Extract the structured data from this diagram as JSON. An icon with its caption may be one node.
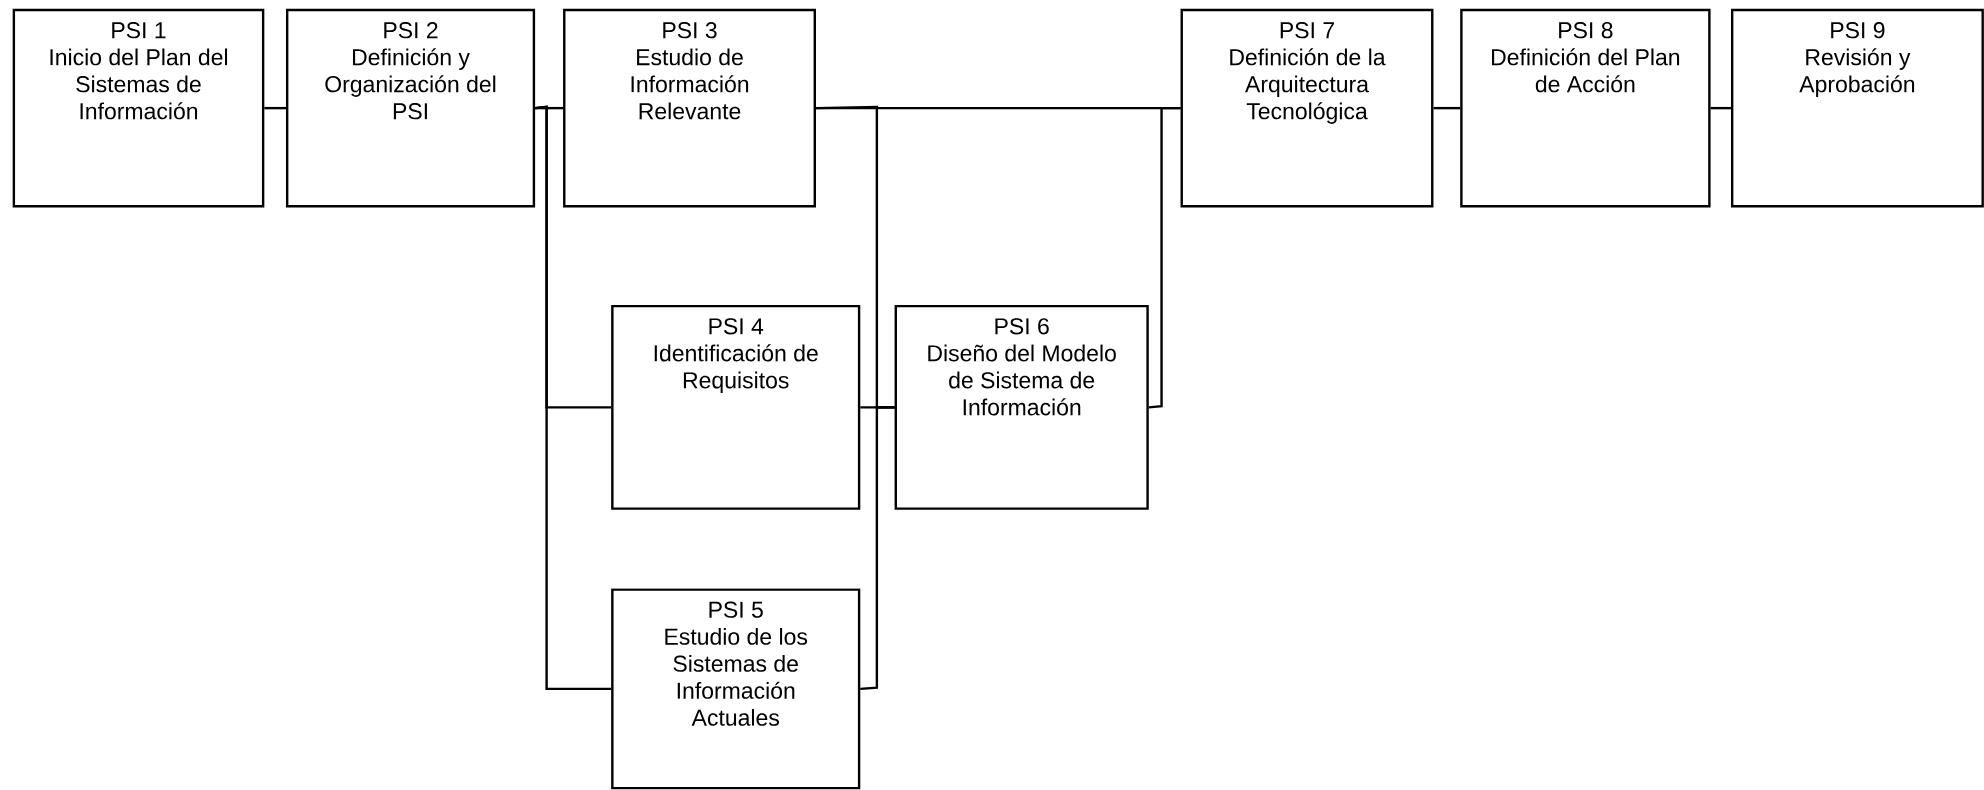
{
  "diagram": {
    "nodes": [
      {
        "text": [
          "PSI 1",
          "Inicio del Plan del Sistemas de Información"
        ]
      },
      {
        "text": [
          "PSI 2",
          "Definición y Organización del PSI"
        ]
      },
      {
        "text": [
          "PSI 3",
          "Estudio de Información Relevante"
        ]
      },
      {
        "text": [
          "PSI 4",
          "Identificación de Requisitos"
        ]
      },
      {
        "text": [
          "PSI 5",
          "Estudio de los Sistemas de Información Actuales"
        ]
      },
      {
        "text": [
          "PSI 6",
          "Diseño del Modelo de Sistema de Información"
        ]
      },
      {
        "text": [
          "PSI 7",
          "Definición de la Arquitectura Tecnológica"
        ]
      },
      {
        "text": [
          "PSI 8",
          "Definición del Plan de Acción"
        ]
      },
      {
        "text": [
          "PSI 9",
          "Revisión y Aprobación"
        ]
      }
    ],
    "edges": [
      {
        "from": 0,
        "to": 1,
        "arrow": "none"
      },
      {
        "from": 1,
        "to": 2,
        "arrow": "none"
      },
      {
        "from": 1,
        "to": 3,
        "arrow": "none"
      },
      {
        "from": 1,
        "to": 4,
        "arrow": "none"
      },
      {
        "from": 2,
        "to": 6,
        "arrow": "none"
      },
      {
        "from": 2,
        "to": 5,
        "arrow": "none"
      },
      {
        "from": 3,
        "to": 5,
        "arrow": "none"
      },
      {
        "from": 4,
        "to": 5,
        "arrow": "none"
      },
      {
        "from": 5,
        "to": 6,
        "arrow": "none"
      },
      {
        "from": 6,
        "to": 7,
        "arrow": "none"
      },
      {
        "from": 7,
        "to": 8,
        "arrow": "none"
      }
    ]
  }
}
